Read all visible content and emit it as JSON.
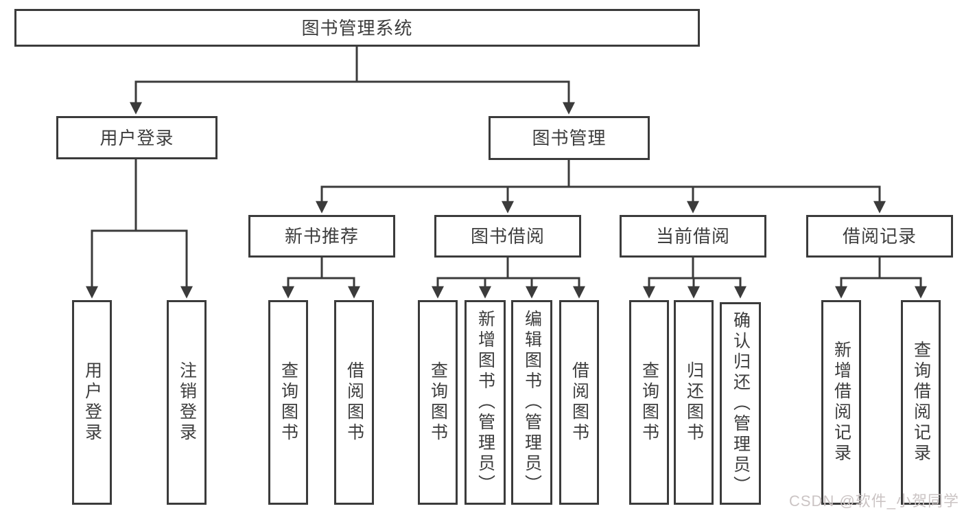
{
  "diagram_type": "hierarchy-tree",
  "tree": {
    "label": "图书管理系统",
    "children": [
      {
        "label": "用户登录",
        "children": [
          {
            "label": "用户登录"
          },
          {
            "label": "注销登录"
          }
        ]
      },
      {
        "label": "图书管理",
        "children": [
          {
            "label": "新书推荐",
            "children": [
              {
                "label": "查询图书"
              },
              {
                "label": "借阅图书"
              }
            ]
          },
          {
            "label": "图书借阅",
            "children": [
              {
                "label": "查询图书"
              },
              {
                "label": "新增图书（管理员）"
              },
              {
                "label": "编辑图书（管理员）"
              },
              {
                "label": "借阅图书"
              }
            ]
          },
          {
            "label": "当前借阅",
            "children": [
              {
                "label": "查询图书"
              },
              {
                "label": "归还图书"
              },
              {
                "label": "确认归还（管理员）"
              }
            ]
          },
          {
            "label": "借阅记录",
            "children": [
              {
                "label": "新增借阅记录"
              },
              {
                "label": "查询借阅记录"
              }
            ]
          }
        ]
      }
    ]
  },
  "watermark": {
    "text": "CSDN @软件_小贺同学"
  },
  "colors": {
    "line": "#3b3b3b",
    "node_border": "#3b3b3b",
    "node_text": "#3d3d3d",
    "background": "#ffffff",
    "watermark_text": "#cbc4c4"
  }
}
